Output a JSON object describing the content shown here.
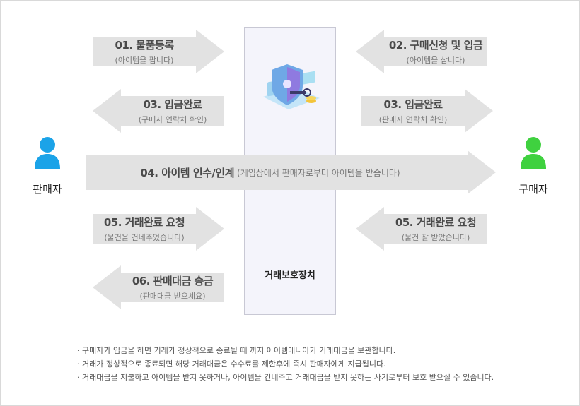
{
  "steps": {
    "s01": {
      "title": "01. 물품등록",
      "sub": "(아이템을 팝니다)"
    },
    "s02": {
      "title": "02. 구매신청 및 입금",
      "sub": "(아이템을 삽니다)"
    },
    "s03_left": {
      "title": "03. 입금완료",
      "sub": "(구매자 연락처 확인)"
    },
    "s03_right": {
      "title": "03. 입금완료",
      "sub": "(판매자 연락처 확인)"
    },
    "s04": {
      "title": "04. 아이템 인수/인계",
      "sub": "(게임상에서 판매자로부터 아이템을 받습니다)"
    },
    "s05_left": {
      "title": "05. 거래완료 요청",
      "sub": "(물건을 건네주었습니다)"
    },
    "s05_right": {
      "title": "05. 거래완료 요청",
      "sub": "(물건 잘 받았습니다)"
    },
    "s06": {
      "title": "06. 판매대금 송금",
      "sub": "(판매대금 받으세요)"
    }
  },
  "center": {
    "label": "거래보호장치"
  },
  "seller": {
    "label": "판매자"
  },
  "buyer": {
    "label": "구매자"
  },
  "notes": [
    "· 구매자가 입금을 하면 거래가 정상적으로 종료될 때 까지 아이템매니아가 거래대금을 보관합니다.",
    "· 거래가 정상적으로 종료되면 해당 거래대금은 수수료를 제한후에 즉시 판매자에게 지급됩니다.",
    "· 거래대금을 지불하고 아이템을 받지 못하거나, 아이템을 건네주고 거래대금을 받지 못하는 사기로부터 보호 받으실 수 있습니다."
  ],
  "colors": {
    "arrow": "#e2e2e2",
    "seller_icon": "#1ba3e8",
    "buyer_icon": "#3fd13f",
    "center_bg": "#f4f4fb"
  },
  "icons": {
    "seller": "person-icon",
    "buyer": "person-icon",
    "center": "shield-key-icon"
  }
}
